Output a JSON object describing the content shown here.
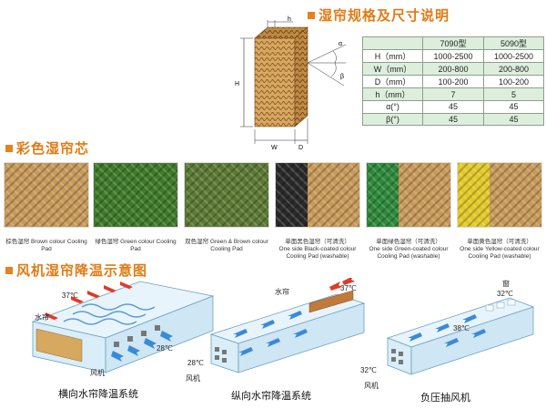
{
  "sections": {
    "spec": "湿帘规格及尺寸说明",
    "color": "彩色湿帘芯",
    "diagram": "风机湿帘降温示意图"
  },
  "dim_labels": {
    "h": "h",
    "H": "H",
    "W": "W",
    "D": "D",
    "alpha": "α",
    "beta": "β"
  },
  "spec_table": {
    "header": [
      "",
      "7090型",
      "5090型"
    ],
    "rows": [
      [
        "H（mm）",
        "1000-2500",
        "1000-2500"
      ],
      [
        "W（mm）",
        "200-800",
        "200-800"
      ],
      [
        "D（mm）",
        "100-200",
        "100-200"
      ],
      [
        "h（mm）",
        "7",
        "5"
      ],
      [
        "α(°)",
        "45",
        "45"
      ],
      [
        "β(°)",
        "45",
        "45"
      ]
    ]
  },
  "pads": [
    {
      "caption": [
        "棕色湿帘 Brown colour Cooling Pad"
      ],
      "color": "#c89a5a"
    },
    {
      "caption": [
        "绿色湿帘 Green colour Cooling Pad"
      ],
      "color": "#3f7a2a"
    },
    {
      "caption": [
        "双色湿帘 Green & Brown colour Cooling Pad"
      ],
      "color": "#5c7a34"
    },
    {
      "caption": [
        "单面黑色湿帘（可清洗）",
        "One side Black-coated colour",
        "Cooling Pad (washable)"
      ],
      "color": "#2a2a2a"
    },
    {
      "caption": [
        "单面绿色湿帘（可清洗）",
        "One side Green-coated colour",
        "Cooling Pad (washable)"
      ],
      "color": "#2f8a3c"
    },
    {
      "caption": [
        "单面黄色湿帘（可清洗）",
        "One side Yellow-coated colour",
        "Cooling Pad (washable)"
      ],
      "color": "#e3c928"
    }
  ],
  "diagrams": {
    "d1": {
      "water_curtain": "水帘",
      "temp_in": "37℃",
      "temp_out": "28℃",
      "fan": "风机",
      "caption": "横向水帘降温系统"
    },
    "d2": {
      "water_curtain": "水帘",
      "temp_in": "37℃",
      "temp_out": "28℃",
      "fan": "风机",
      "caption": "纵向水帘降温系统"
    },
    "d3": {
      "window": "窗",
      "temp_in": "32℃",
      "temp_mid": "38℃",
      "temp_out": "32℃",
      "fan": "风机",
      "caption": "负压抽风机"
    }
  }
}
